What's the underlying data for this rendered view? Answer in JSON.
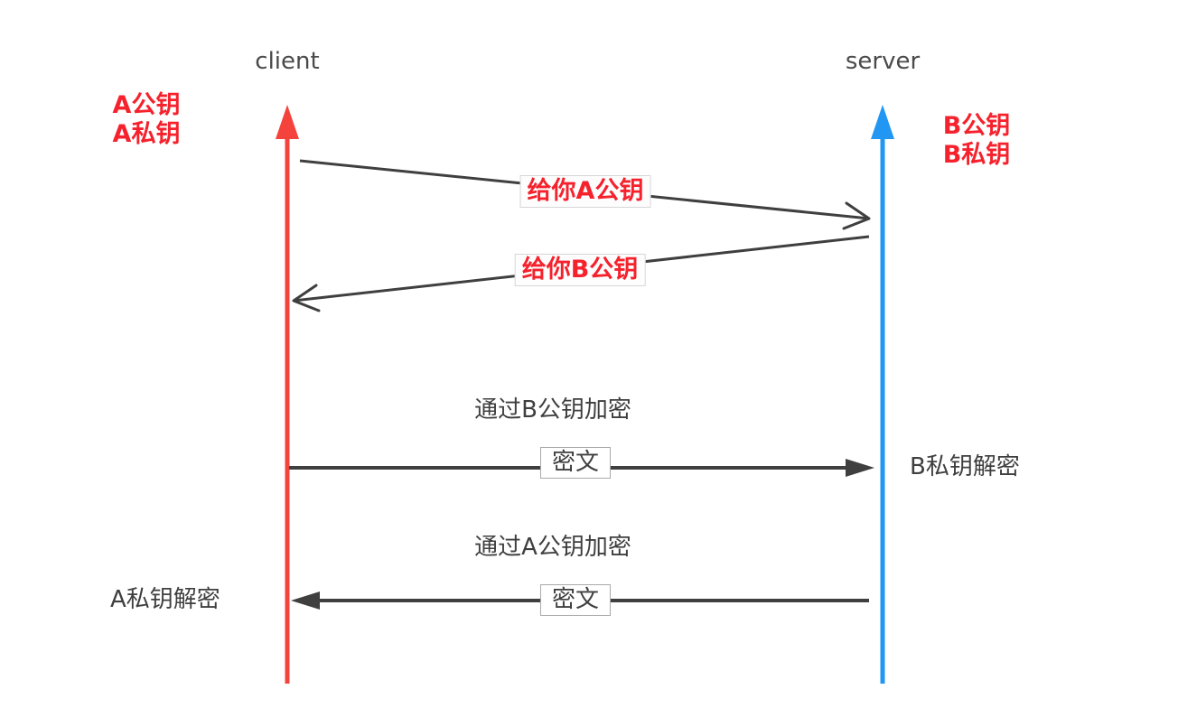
{
  "colors": {
    "background": "#ffffff",
    "client_line": "#f4433c",
    "server_line": "#2196f3",
    "red_text": "#f5222d",
    "arrow": "#3f3f3f",
    "dark_text": "#3f3f3f",
    "box_border": "#d6d6d6"
  },
  "participants": {
    "client": {
      "label": "client",
      "keys_line1": "A公钥",
      "keys_line2": "A私钥"
    },
    "server": {
      "label": "server",
      "keys_line1": "B公钥",
      "keys_line2": "B私钥"
    }
  },
  "messages": {
    "m1": {
      "label": "给你A公钥"
    },
    "m2": {
      "label": "给你B公钥"
    },
    "m3": {
      "above": "通过B公钥加密",
      "payload": "密文",
      "note": "B私钥解密"
    },
    "m4": {
      "above": "通过A公钥加密",
      "payload": "密文",
      "note": "A私钥解密"
    }
  }
}
